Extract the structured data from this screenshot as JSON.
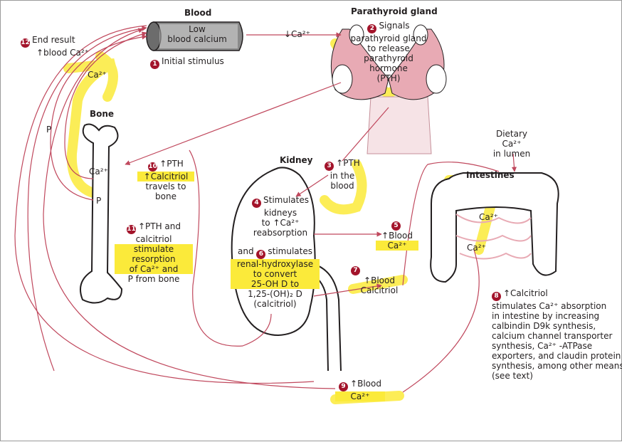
{
  "labels": {
    "blood_title": "Blood",
    "blood_tube_line1": "Low",
    "blood_tube_line2": "blood calcium",
    "initial_stimulus": "Initial stimulus",
    "arrow_ca_down": "↓Ca²⁺",
    "parathyroid_title": "Parathyroid gland",
    "step2_lines": [
      "Signals",
      "parathyroid gland",
      "to release",
      "parathyroid",
      "hormone",
      "(PTH)"
    ],
    "end_result_line1": "End result",
    "end_result_line2": "↑blood Ca²⁺",
    "ca_top": "Ca²⁺",
    "bone_title": "Bone",
    "p_left": "P",
    "ca_bone": "Ca²⁺",
    "p_bone": "P",
    "step10_lines": [
      "↑PTH",
      "↑Calcitriol",
      "travels to",
      "bone"
    ],
    "step11_lines": [
      "↑PTH and",
      "calcitriol",
      "stimulate",
      "resorption",
      "of Ca²⁺ and",
      "P from bone"
    ],
    "kidney_title": "Kidney",
    "step3_lines": [
      "↑PTH",
      "in the",
      "blood"
    ],
    "step4_lines": [
      "Stimulates",
      "kidneys",
      "to ↑Ca²⁺",
      "reabsorption"
    ],
    "step6_and": "and",
    "step6_lines": [
      "stimulates",
      "renal-hydroxylase",
      "to convert",
      "25-OH D to",
      "1,25-(OH)₂ D",
      "(calcitriol)"
    ],
    "step5_lines": [
      "↑Blood",
      "Ca²⁺"
    ],
    "step7_lines": [
      "↑Blood",
      "Calcitriol"
    ],
    "dietary_lines": [
      "Dietary",
      "Ca²⁺",
      "in lumen"
    ],
    "intestines_title": "Intestines",
    "ca_int_1": "Ca²⁺",
    "ca_int_2": "Ca²⁺",
    "step8_lines": [
      "↑Calcitriol",
      "stimulates Ca²⁺ absorption",
      "in intestine by increasing",
      "calbindin D9k synthesis,",
      "calcium channel transporter",
      "synthesis, Ca²⁺ -ATPase",
      "exporters, and claudin protein",
      "synthesis, among other means",
      "(see text)"
    ],
    "step9_lines": [
      "↑Blood",
      "Ca²⁺"
    ]
  },
  "steps": {
    "s1": "1",
    "s2": "2",
    "s3": "3",
    "s4": "4",
    "s5": "5",
    "s6": "6",
    "s7": "7",
    "s8": "8",
    "s9": "9",
    "s10": "10",
    "s11": "11",
    "s12": "12"
  },
  "colors": {
    "badge": "#a3142b",
    "arrow": "#c0485d",
    "highlight": "#fbea3a",
    "gland_pink": "#e8aab4",
    "organ_stroke": "#231f20"
  }
}
